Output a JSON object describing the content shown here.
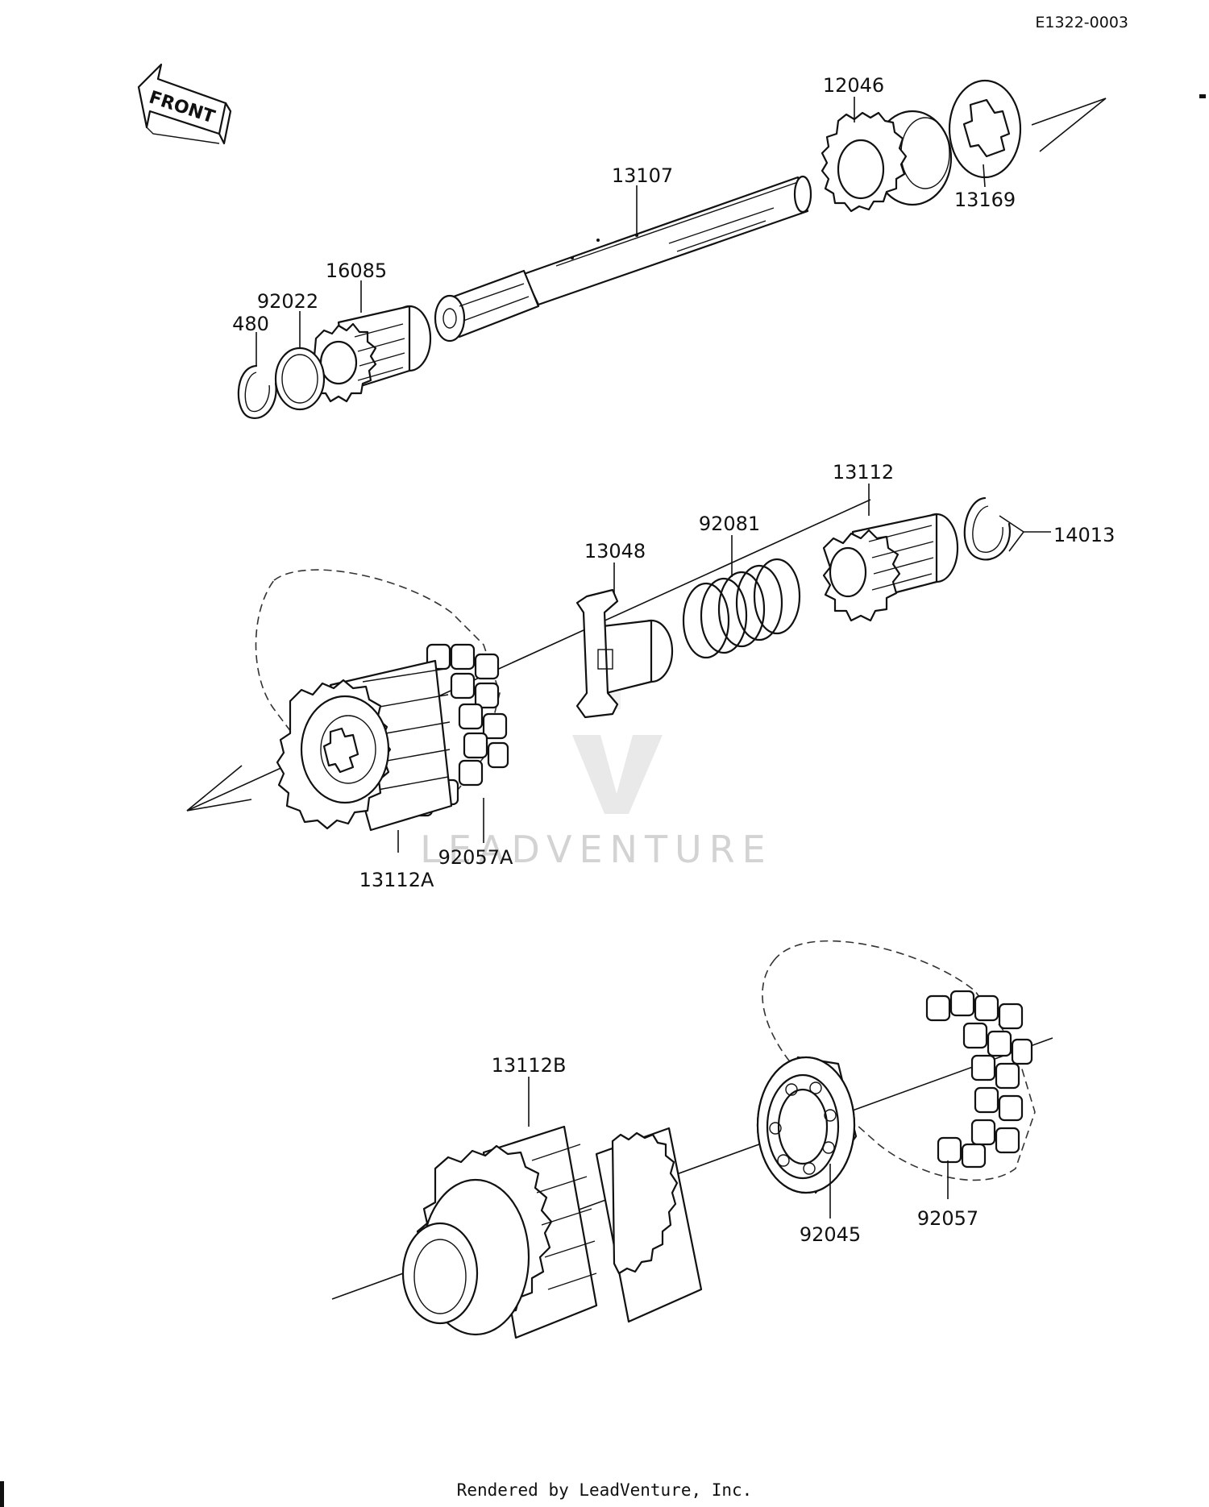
{
  "diagram_code": "E1322-0003",
  "front_label": "FRONT",
  "parts": {
    "p12046": "12046",
    "p13169": "13169",
    "p13107": "13107",
    "p16085": "16085",
    "p92022": "92022",
    "p480": "480",
    "p13112": "13112",
    "p14013": "14013",
    "p92081": "92081",
    "p13048": "13048",
    "p13112A": "13112A",
    "p92057A": "92057A",
    "p13112B": "13112B",
    "p92045": "92045",
    "p92057": "92057"
  },
  "watermark": "LEADVENTURE",
  "footer": "Rendered by LeadVenture, Inc."
}
